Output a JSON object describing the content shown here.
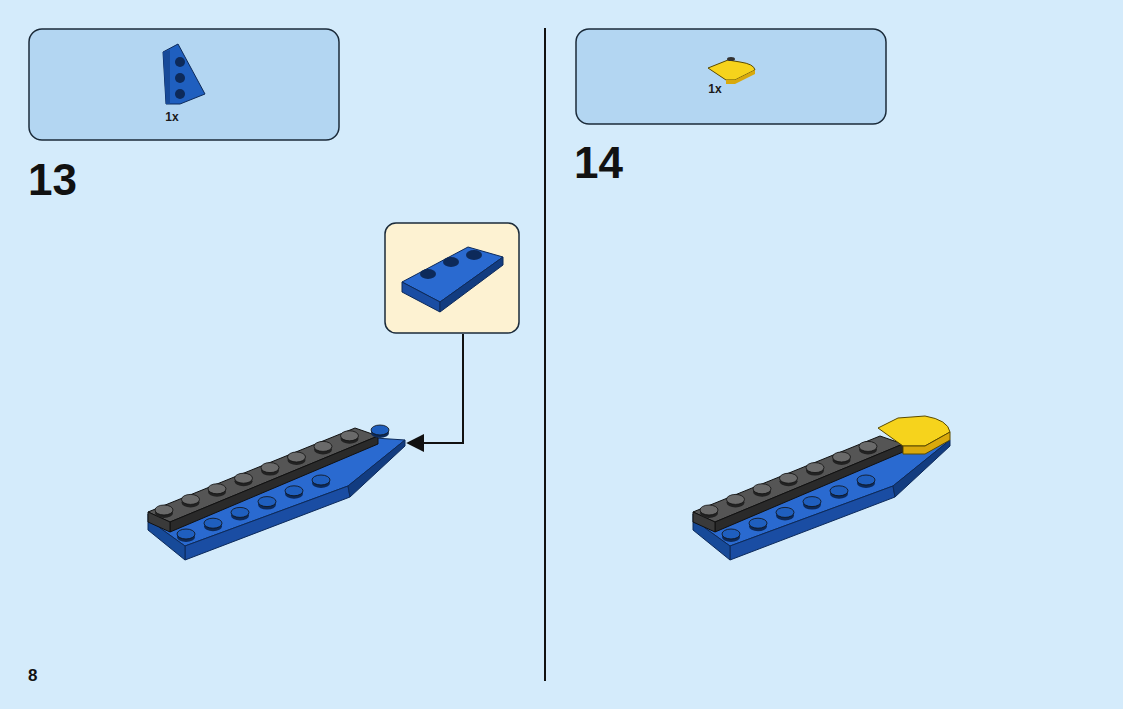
{
  "diagram": {
    "nodes": [
      {
        "text": [
          "1x"
        ]
      },
      {
        "text": [
          "1x"
        ]
      }
    ],
    "labels": [
      "13",
      "14",
      "8"
    ]
  }
}
